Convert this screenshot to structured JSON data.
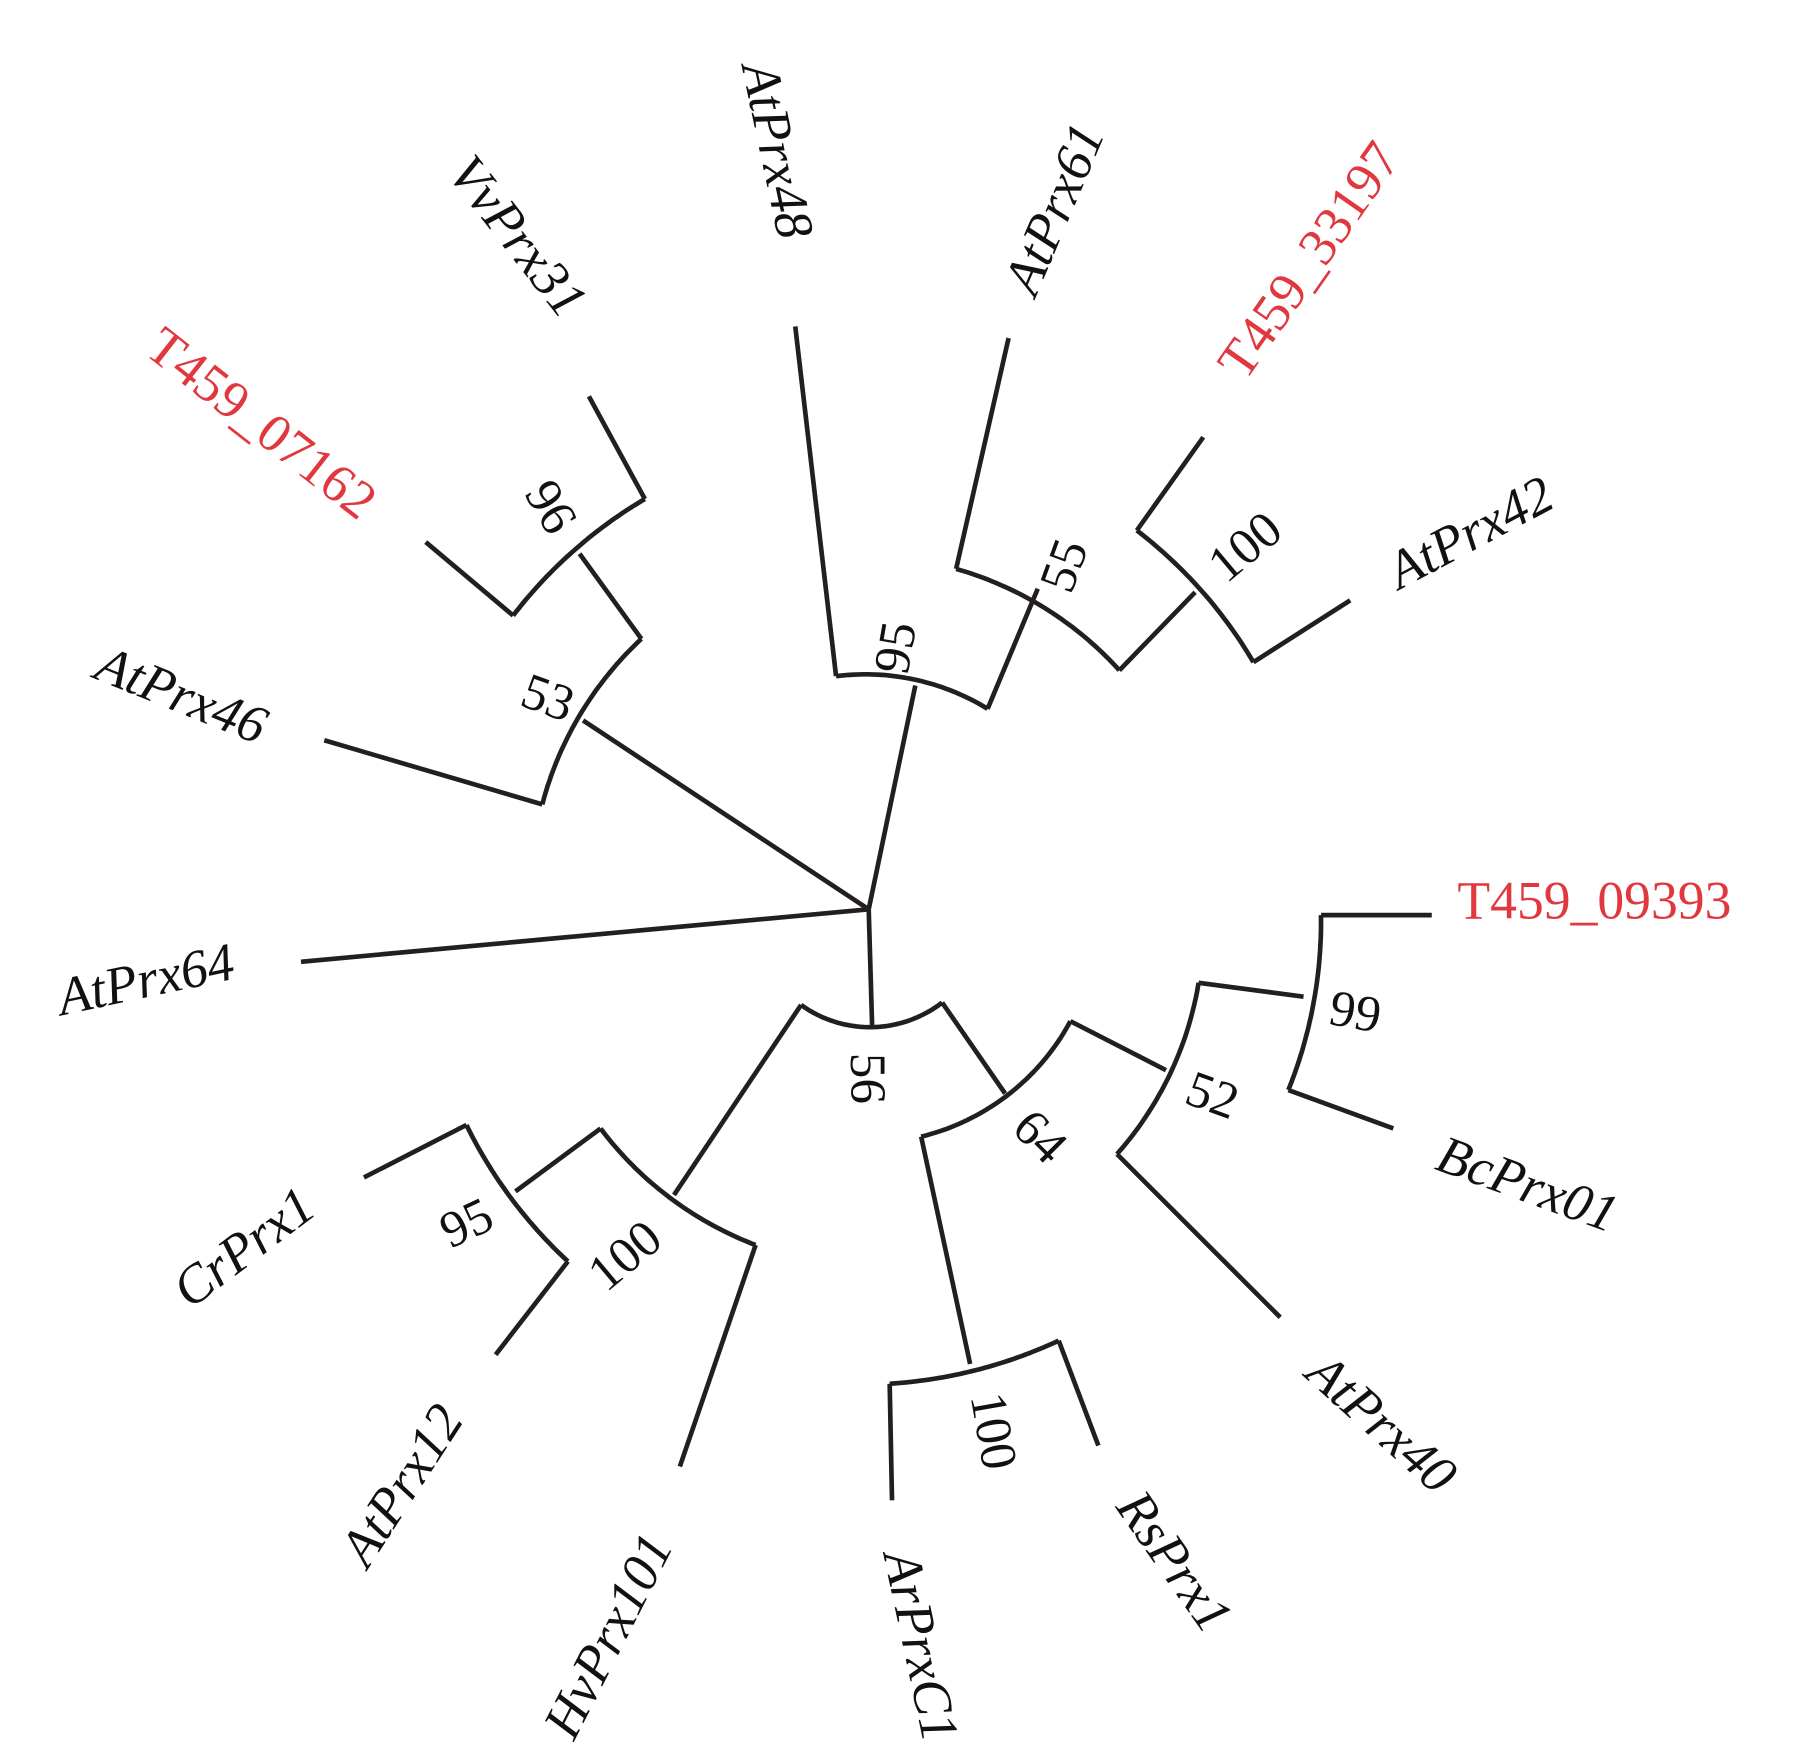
{
  "colors": {
    "branch": "#231f20",
    "highlight": "#e0383e",
    "text": "#111111"
  },
  "leaves": {
    "vvprx31": {
      "label": "VvPrx31",
      "highlighted": false
    },
    "atprx48": {
      "label": "AtPrx48",
      "highlighted": false
    },
    "atprx61": {
      "label": "AtPrx61",
      "highlighted": false
    },
    "t459_33197": {
      "label": "T459_33197",
      "highlighted": true
    },
    "atprx42": {
      "label": "AtPrx42",
      "highlighted": false
    },
    "t459_07162": {
      "label": "T459_07162",
      "highlighted": true
    },
    "atprx46": {
      "label": "AtPrx46",
      "highlighted": false
    },
    "atprx64": {
      "label": "AtPrx64",
      "highlighted": false
    },
    "t459_09393": {
      "label": "T459_09393",
      "highlighted": true
    },
    "bcprx01": {
      "label": "BcPrx01",
      "highlighted": false
    },
    "atprx40": {
      "label": "AtPrx40",
      "highlighted": false
    },
    "rsprx1": {
      "label": "RsPrx1",
      "highlighted": false
    },
    "arprxc1": {
      "label": "ArPrxC1",
      "highlighted": false
    },
    "hvprx101": {
      "label": "HvPrx101",
      "highlighted": false
    },
    "atprx12": {
      "label": "AtPrx12",
      "highlighted": false
    },
    "crprx1": {
      "label": "CrPrx1",
      "highlighted": false
    }
  },
  "bootstrap": {
    "vvprx31_t459_07162": "96",
    "clade_atprx46": "53",
    "clade_atprx48": "95",
    "clade_atprx61": "55",
    "t459_33197_atprx42": "100",
    "t459_09393_bcprx01": "99",
    "clade_atprx40": "52",
    "clade_64": "64",
    "arprxc1_rsprx1": "100",
    "clade_56": "56",
    "clade_hvprx101": "100",
    "crprx1_atprx12": "95"
  }
}
